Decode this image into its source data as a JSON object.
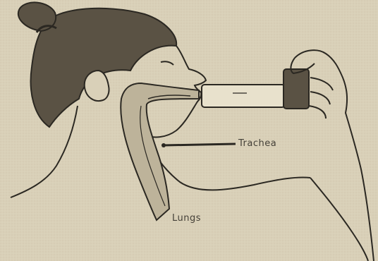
{
  "diagram": {
    "labels": {
      "trachea": "Trachea",
      "lungs": "Lungs"
    },
    "colors": {
      "paper": "#d9d0b8",
      "ink": "#2b2822",
      "hair": "#5a5244",
      "airway_fill": "#bdb39a"
    },
    "parts": [
      "head",
      "hair-bun",
      "inhaler",
      "hand",
      "airway",
      "trachea-pointer"
    ]
  }
}
